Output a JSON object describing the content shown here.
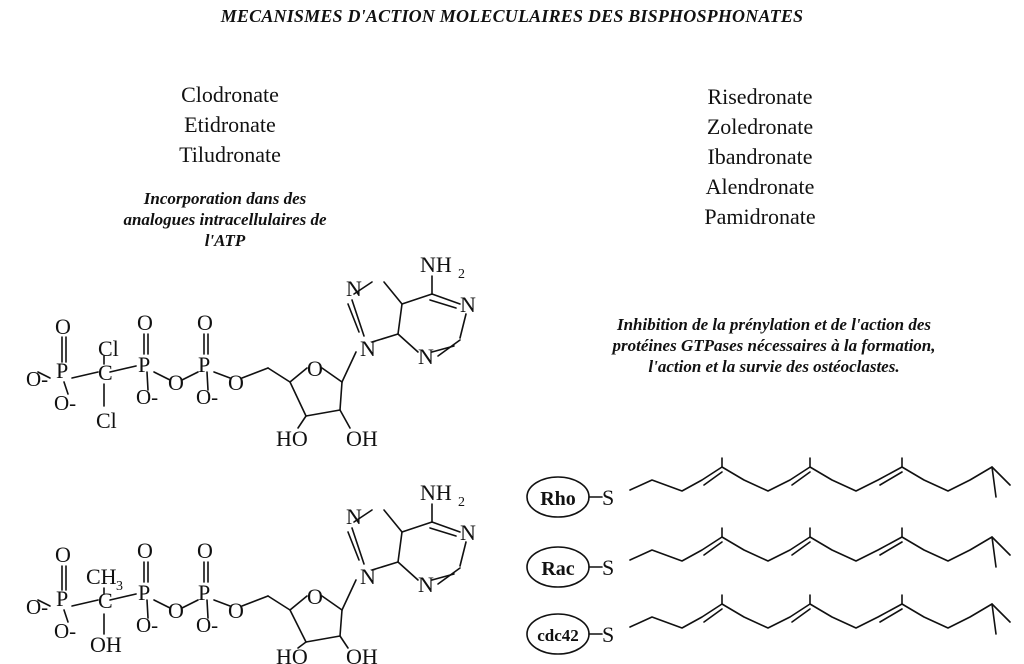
{
  "title": "MECANISMES D'ACTION MOLECULAIRES DES BISPHOSPHONATES",
  "left_drugs": [
    "Clodronate",
    "Etidronate",
    "Tiludronate"
  ],
  "right_drugs": [
    "Risedronate",
    "Zoledronate",
    "Ibandronate",
    "Alendronate",
    "Pamidronate"
  ],
  "left_note_lines": [
    "Incorporation dans des",
    "analogues intracellulaires de",
    "l'ATP"
  ],
  "right_note_lines": [
    "Inhibition de la prénylation et de l'action des",
    "protéines GTPases nécessaires à la formation,",
    "l'action et la survie des ostéoclastes."
  ],
  "atoms": {
    "oxygen": "O",
    "phosphorus": "P",
    "carbon": "C",
    "chlorine": "Cl",
    "nitrogen": "N",
    "sulfur": "S",
    "oxide": "O-",
    "hydroxyl": "OH",
    "hydroxyl_ho": "HO",
    "amine": "NH",
    "amine_sub": "2",
    "methyl": "CH",
    "methyl_sub": "3"
  },
  "proteins": [
    "Rho",
    "Rac",
    "cdc42"
  ]
}
